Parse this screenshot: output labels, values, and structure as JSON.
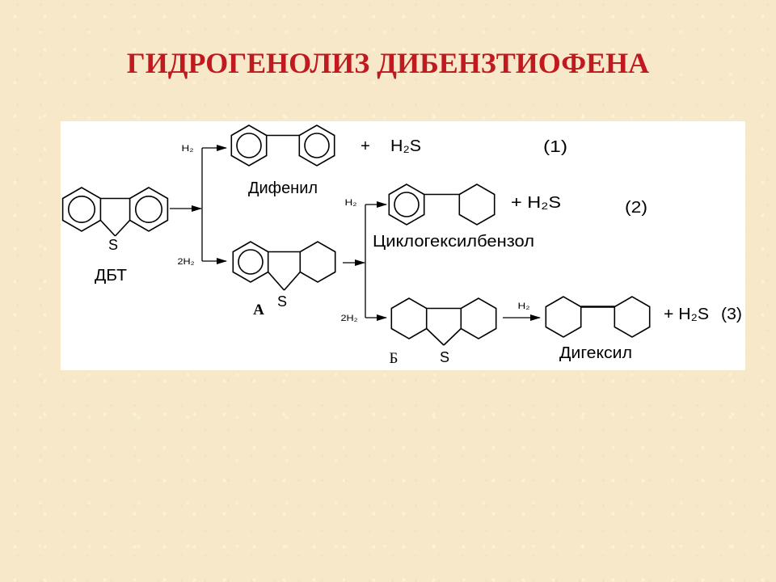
{
  "slide": {
    "title": "ГИДРОГЕНОЛИЗ ДИБЕНЗТИОФЕНА"
  },
  "scheme": {
    "dbt": {
      "atom": "S",
      "label": "ДБТ"
    },
    "branch1": {
      "reagent_top": "H₂",
      "reagent_bottom": "2H₂"
    },
    "reaction1": {
      "product": "Дифенил",
      "plus": "+",
      "byproduct": "H₂S",
      "number": "(1)"
    },
    "compound_a": {
      "label": "А",
      "atom": "S"
    },
    "branch2": {
      "reagent_top": "H₂",
      "reagent_bottom": "2H₂"
    },
    "reaction2": {
      "product": "Циклогексилбензол",
      "byproduct": "+ H₂S",
      "number": "(2)"
    },
    "compound_b": {
      "label": "Б",
      "atom": "S"
    },
    "step3": {
      "reagent": "H₂"
    },
    "reaction3": {
      "product": "Дигексил",
      "byproduct": "+ H₂S",
      "number": "(3)"
    }
  },
  "colors": {
    "title": "#c0191f",
    "background": "#f6e8c9",
    "panel": "#ffffff",
    "ink": "#000000"
  }
}
